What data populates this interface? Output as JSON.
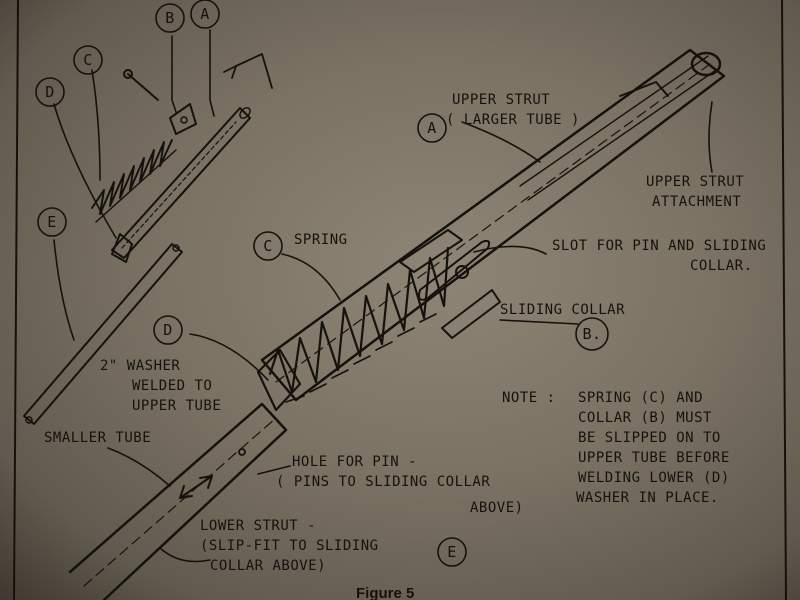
{
  "callouts": {
    "A": "A",
    "B": "B",
    "C": "C",
    "D": "D",
    "E": "E",
    "B_circled": "B.",
    "E_circled": "E"
  },
  "labels": {
    "upper_strut_1": "UPPER STRUT",
    "upper_strut_2": "( LARGER TUBE )",
    "attachment_1": "UPPER STRUT",
    "attachment_2": "ATTACHMENT",
    "slot_1": "SLOT FOR PIN AND SLIDING",
    "slot_2": "COLLAR.",
    "spring": "SPRING",
    "sliding_collar": "SLIDING  COLLAR",
    "washer_1": "2\" WASHER",
    "washer_2": "WELDED TO",
    "washer_3": "UPPER TUBE",
    "smaller_tube": "SMALLER TUBE",
    "hole_1": "HOLE FOR PIN -",
    "hole_2": "( PINS TO SLIDING COLLAR",
    "hole_3": "ABOVE)",
    "lower_1": "LOWER STRUT -",
    "lower_2": "(SLIP-FIT TO SLIDING",
    "lower_3": "COLLAR ABOVE)"
  },
  "note": {
    "prefix": "NOTE :",
    "line1": "SPRING (C)  AND",
    "line2": "COLLAR (B)  MUST",
    "line3": "BE SLIPPED ON TO",
    "line4": "UPPER TUBE BEFORE",
    "line5": "WELDING LOWER (D)",
    "line6": "WASHER IN PLACE."
  },
  "caption": "Figure 5",
  "colors": {
    "paper": "#7b7264",
    "ink": "#15120e"
  }
}
